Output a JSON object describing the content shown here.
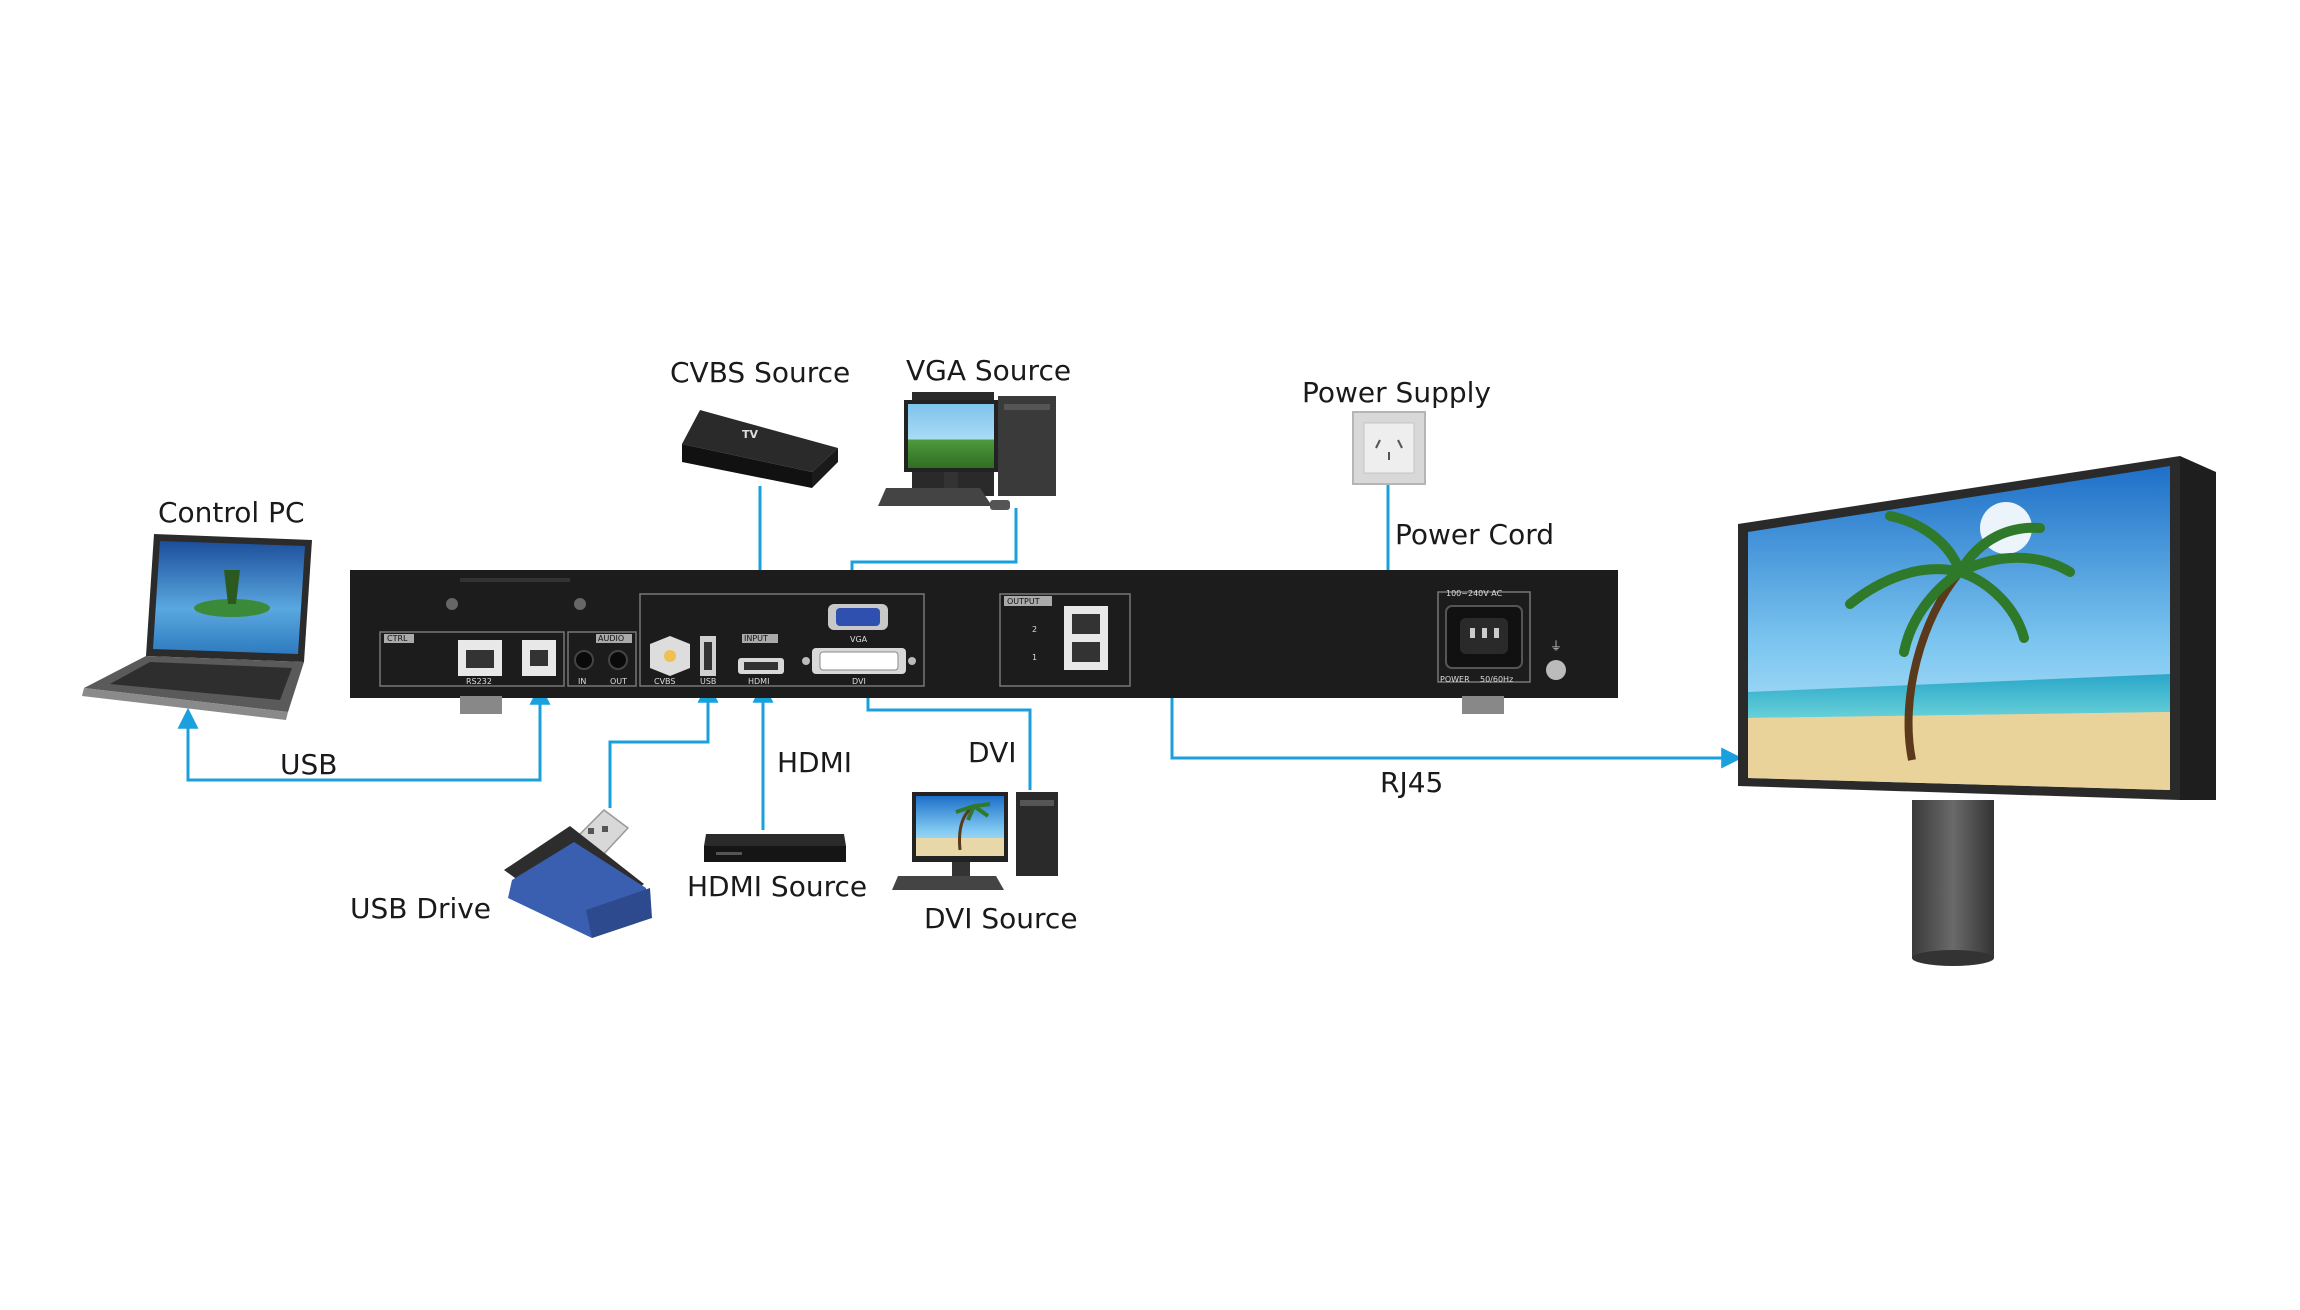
{
  "labels": {
    "control_pc": "Control PC",
    "cvbs_source": "CVBS Source",
    "vga_source": "VGA Source",
    "power_supply": "Power Supply",
    "power_cord": "Power Cord",
    "usb": "USB",
    "usb_drive": "USB Drive",
    "hdmi": "HDMI",
    "hdmi_source": "HDMI Source",
    "dvi": "DVI",
    "dvi_source": "DVI Source",
    "rj45": "RJ45"
  },
  "device_panel": {
    "ctrl": "CTRL",
    "rs232": "RS232",
    "audio": "AUDIO",
    "audio_in": "IN",
    "audio_out": "OUT",
    "input": "INPUT",
    "cvbs": "CVBS",
    "usb": "USB",
    "hdmi": "HDMI",
    "vga": "VGA",
    "dvi": "DVI",
    "output": "OUTPUT",
    "port_2": "2",
    "port_1": "1",
    "voltage": "100~240V AC",
    "power": "POWER",
    "frequency": "50/60Hz"
  },
  "tv_box_text": "TV",
  "colors": {
    "connector": "#1aa0dc",
    "device_body": "#1c1c1c",
    "usb_drive": "#3a5fb0"
  }
}
